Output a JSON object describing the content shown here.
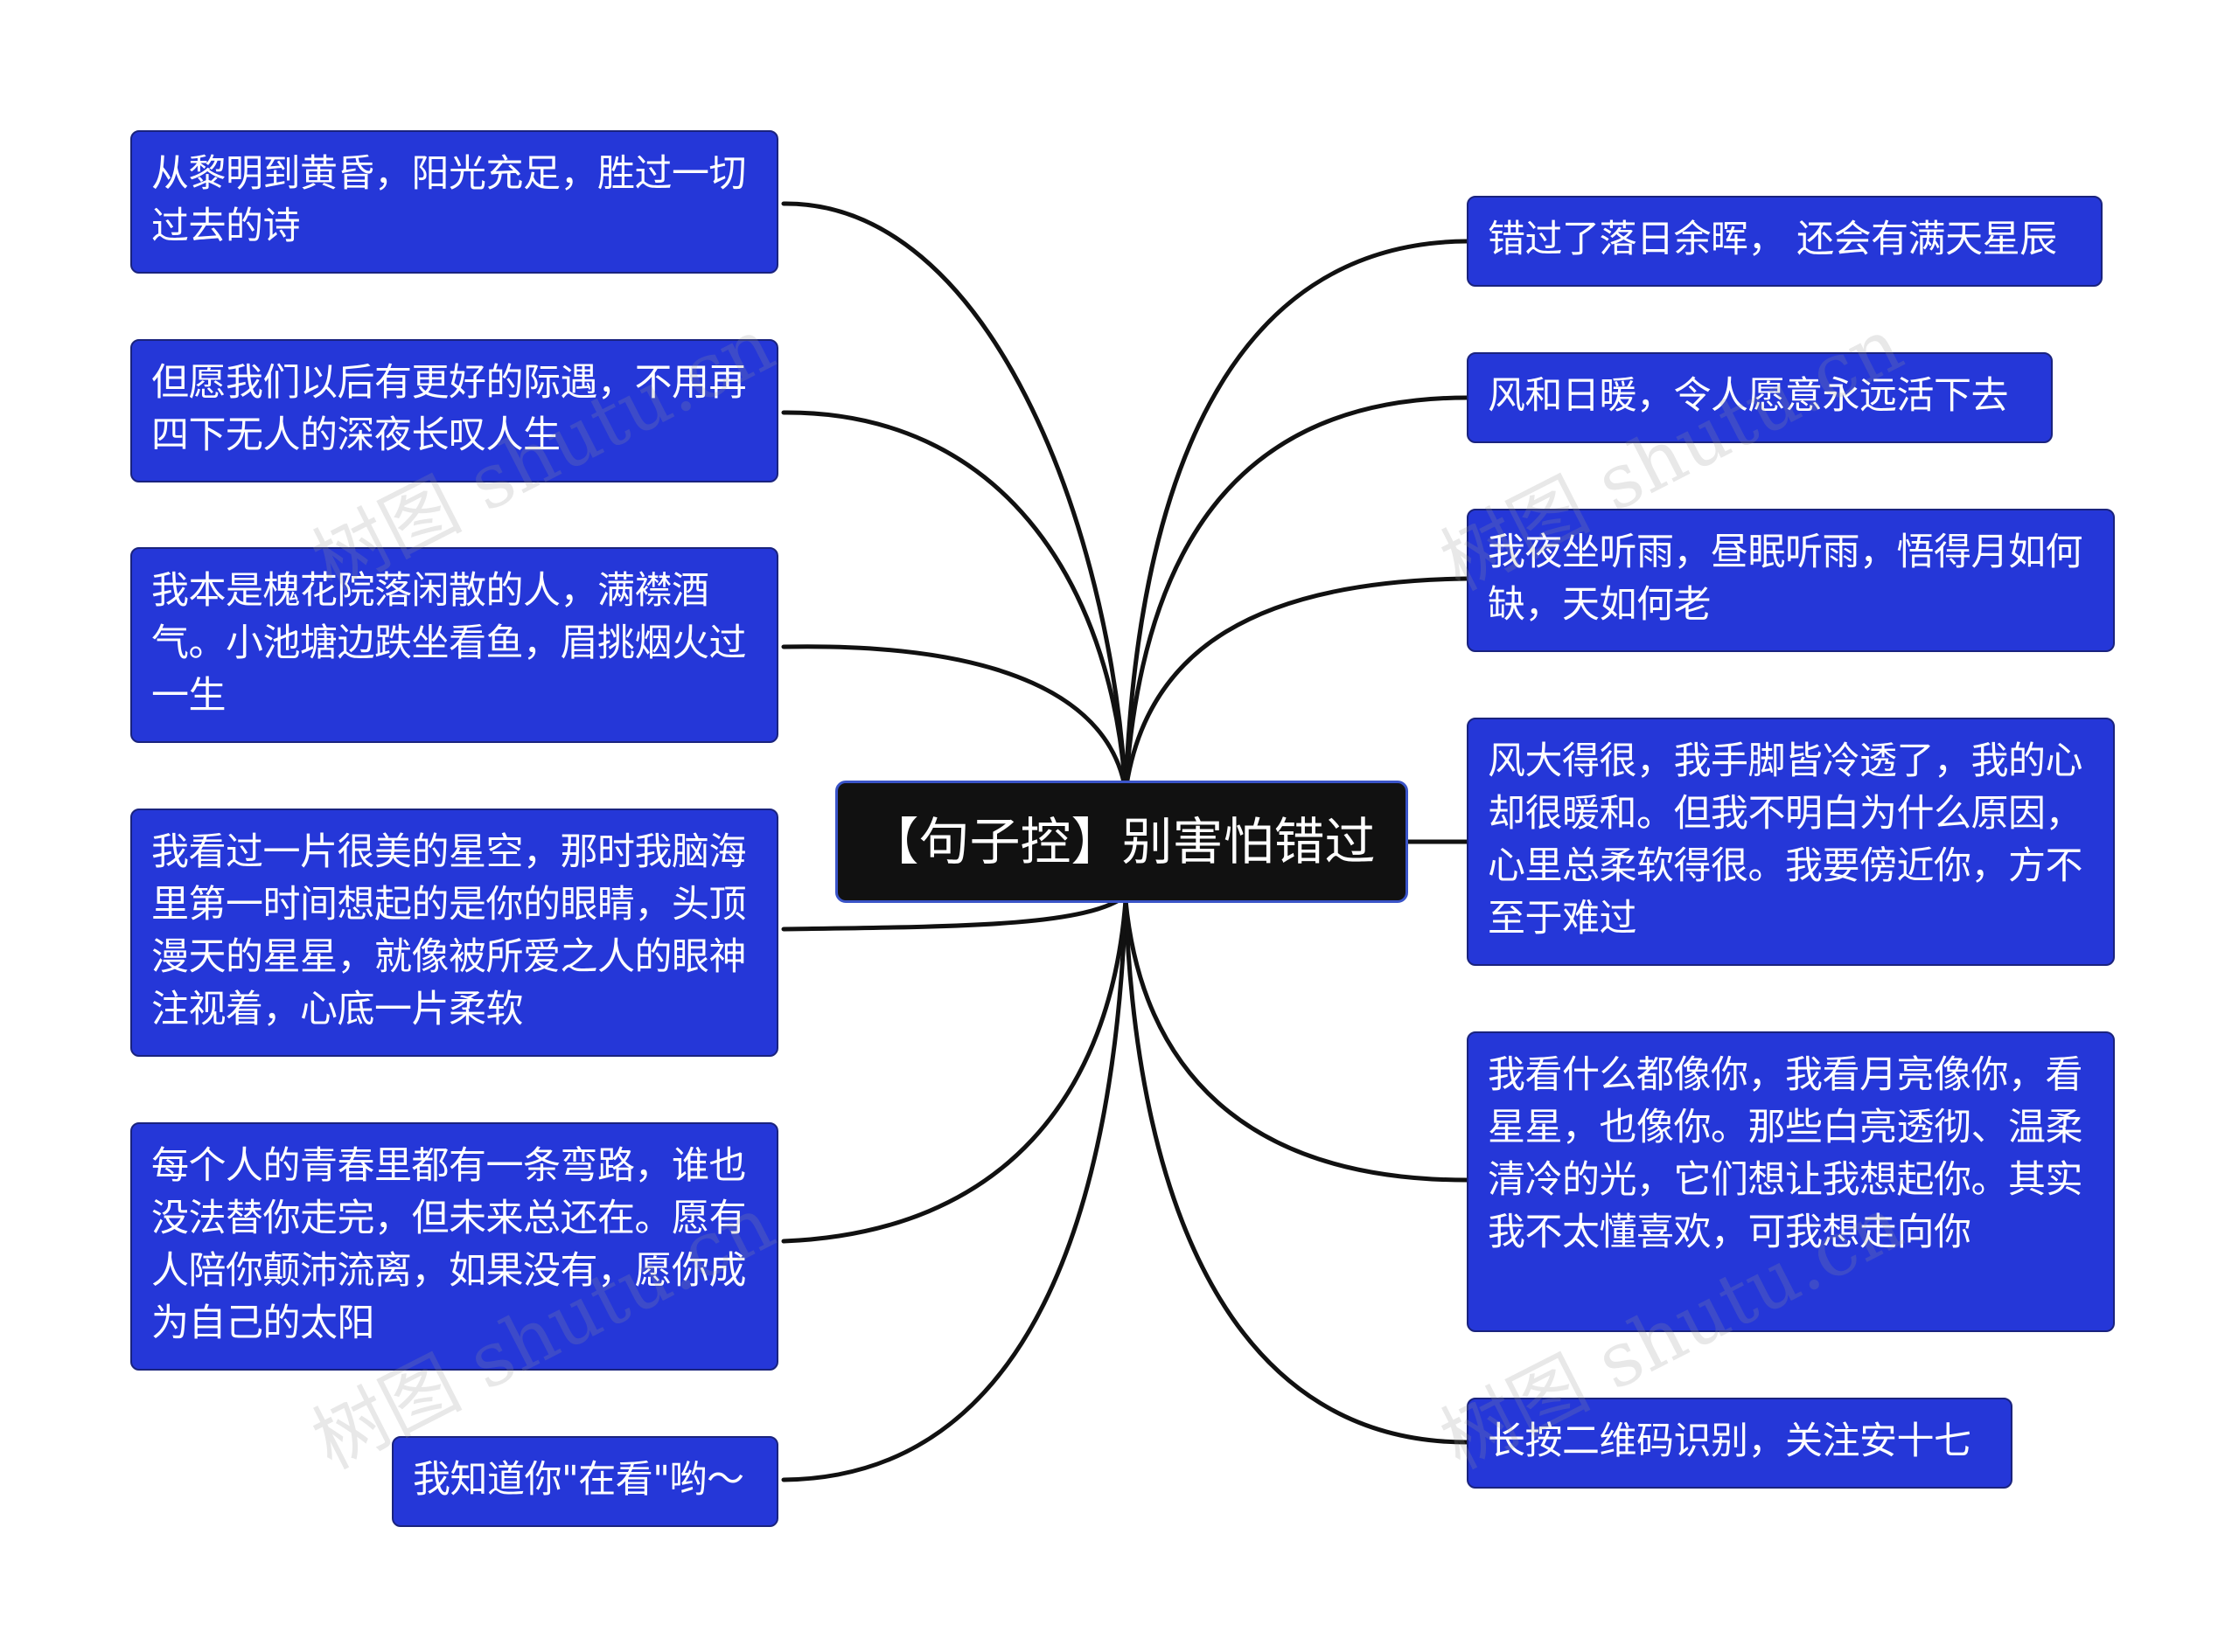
{
  "center": {
    "label": "【句子控】别害怕错过"
  },
  "left_nodes": [
    {
      "label": "从黎明到黄昏，阳光充足，胜过一切过去的诗"
    },
    {
      "label": "但愿我们以后有更好的际遇，不用再四下无人的深夜长叹人生"
    },
    {
      "label": "我本是槐花院落闲散的人，满襟酒气。小池塘边跌坐看鱼，眉挑烟火过一生"
    },
    {
      "label": "我看过一片很美的星空，那时我脑海里第一时间想起的是你的眼睛，头顶漫天的星星，就像被所爱之人的眼神注视着，心底一片柔软"
    },
    {
      "label": "每个人的青春里都有一条弯路，谁也没法替你走完，但未来总还在。愿有人陪你颠沛流离，如果没有，愿你成为自己的太阳"
    },
    {
      "label": "我知道你\"在看\"哟～"
    }
  ],
  "right_nodes": [
    {
      "label": "错过了落日余晖， 还会有满天星辰"
    },
    {
      "label": "风和日暖，令人愿意永远活下去"
    },
    {
      "label": "我夜坐听雨，昼眠听雨，悟得月如何缺，天如何老"
    },
    {
      "label": "风大得很，我手脚皆冷透了，我的心却很暖和。但我不明白为什么原因，心里总柔软得很。我要傍近你，方不至于难过"
    },
    {
      "label": "我看什么都像你，我看月亮像你，看星星，也像你。那些白亮透彻、温柔清冷的光，它们想让我想起你。其实我不太懂喜欢，可我想走向你"
    },
    {
      "label": "长按二维码识别，关注安十七"
    }
  ],
  "watermark": {
    "text": "树图 shutu.cn"
  },
  "colors": {
    "node_fill": "#2537d8",
    "center_fill": "#111111",
    "link": "#111111"
  }
}
